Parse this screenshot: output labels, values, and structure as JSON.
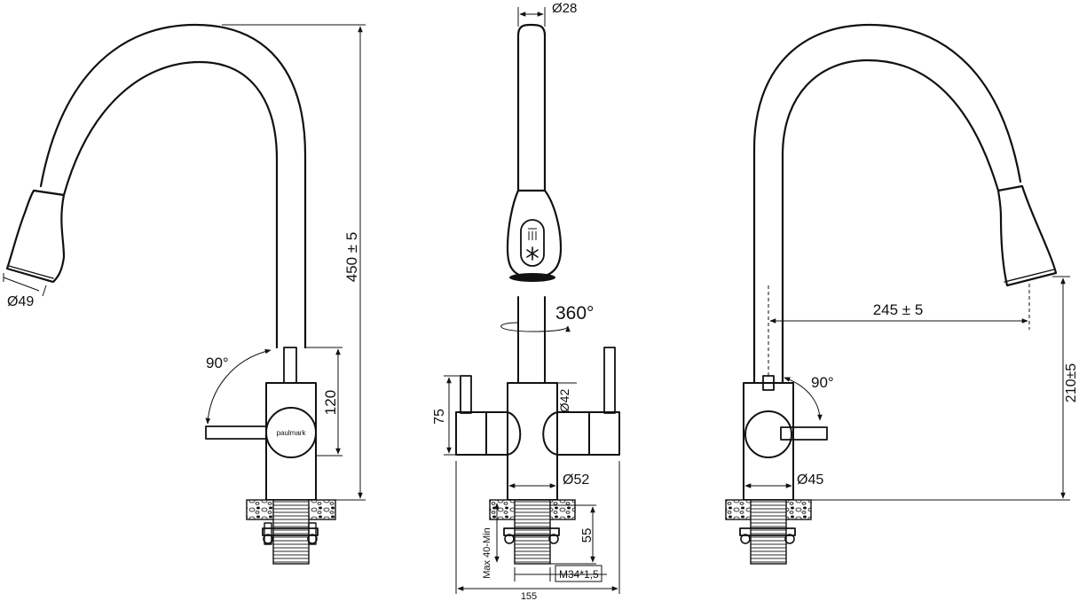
{
  "left_view": {
    "height_label": "450 ± 5",
    "diameter_label": "Ø49",
    "rotation_label": "90°",
    "body_height_label": "120",
    "brand_label": "paulmark"
  },
  "front_view": {
    "top_diameter_label": "Ø28",
    "swivel_label": "360°",
    "body_diameter_label": "Ø42",
    "base_diameter_label": "Ø52",
    "handle_height_label": "75",
    "thread_length_label": "55",
    "mounting_label": "Max 40-Min",
    "thread_label": "M34*1,5",
    "width_label": "155",
    "cold_icon": "snowflake-icon",
    "filter_icon": "droplets-icon"
  },
  "right_view": {
    "reach_label": "245 ± 5",
    "height_label": "210±5",
    "rotation_label": "90°",
    "body_diameter_label": "Ø45"
  }
}
